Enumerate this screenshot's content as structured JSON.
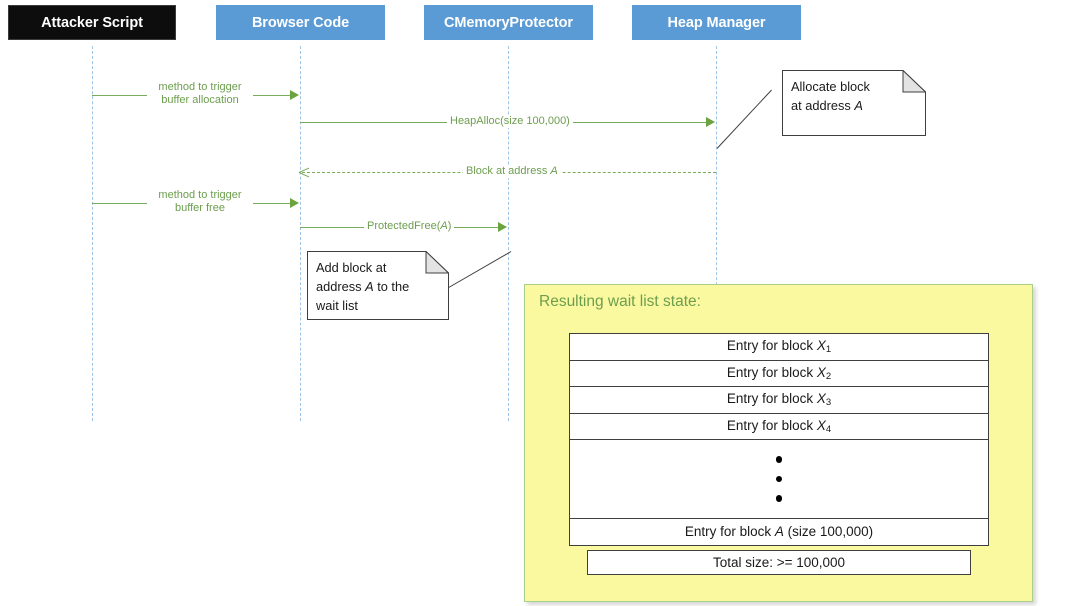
{
  "diagram": {
    "type": "uml-sequence-diagram",
    "colors": {
      "actor_dark": "#0D0D0D",
      "actor_blue": "#5B9BD5",
      "message_green": "#7AAB5D",
      "lifeline_blue": "#9DC3E6",
      "panel_yellow": "#FBF9A0",
      "panel_border_green": "#A9CF8A",
      "note_white": "#FFFFFF"
    },
    "actors": [
      {
        "id": "attacker",
        "label": "Attacker Script",
        "style": "dark"
      },
      {
        "id": "browser",
        "label": "Browser Code",
        "style": "blue"
      },
      {
        "id": "protector",
        "label": "CMemoryProtector",
        "style": "blue"
      },
      {
        "id": "heap",
        "label": "Heap Manager",
        "style": "blue"
      }
    ],
    "messages": [
      {
        "id": "msg-trigger-alloc",
        "line1": "method to trigger",
        "line2": "buffer allocation",
        "from": "attacker",
        "to": "browser",
        "style": "solid",
        "direction": "right"
      },
      {
        "id": "msg-heapalloc",
        "label": "HeapAlloc(size 100,000)",
        "from": "browser",
        "to": "heap",
        "style": "solid",
        "direction": "right"
      },
      {
        "id": "msg-block-return",
        "label_prefix": "Block at address ",
        "label_italic": "A",
        "from": "heap",
        "to": "browser",
        "style": "dashed",
        "direction": "left"
      },
      {
        "id": "msg-trigger-free",
        "line1": "method to trigger",
        "line2": "buffer free",
        "from": "attacker",
        "to": "browser",
        "style": "solid",
        "direction": "right"
      },
      {
        "id": "msg-protectedfree",
        "label_prefix": "ProtectedFree(",
        "label_italic": "A",
        "label_suffix": ")",
        "from": "browser",
        "to": "protector",
        "style": "solid",
        "direction": "right"
      }
    ],
    "notes": [
      {
        "id": "note-allocate",
        "line1": "Allocate block",
        "line2_prefix": "at address ",
        "line2_italic": "A"
      },
      {
        "id": "note-waitlist",
        "line1": "Add block at",
        "line2_prefix": "address ",
        "line2_italic": "A",
        "line2_suffix": " to the",
        "line3": "wait list"
      }
    ],
    "result_panel": {
      "title": "Resulting wait list state:",
      "rows": [
        {
          "kind": "entry",
          "prefix": "Entry for block ",
          "italic": "X",
          "sub": "1"
        },
        {
          "kind": "entry",
          "prefix": "Entry for block ",
          "italic": "X",
          "sub": "2"
        },
        {
          "kind": "entry",
          "prefix": "Entry for block ",
          "italic": "X",
          "sub": "3"
        },
        {
          "kind": "entry",
          "prefix": "Entry for block ",
          "italic": "X",
          "sub": "4"
        },
        {
          "kind": "ellipsis",
          "dots": 3
        },
        {
          "kind": "entry",
          "prefix": "Entry for block ",
          "italic": "A",
          "suffix": " (size 100,000)"
        }
      ],
      "total_label": "Total size: >= 100,000"
    }
  }
}
